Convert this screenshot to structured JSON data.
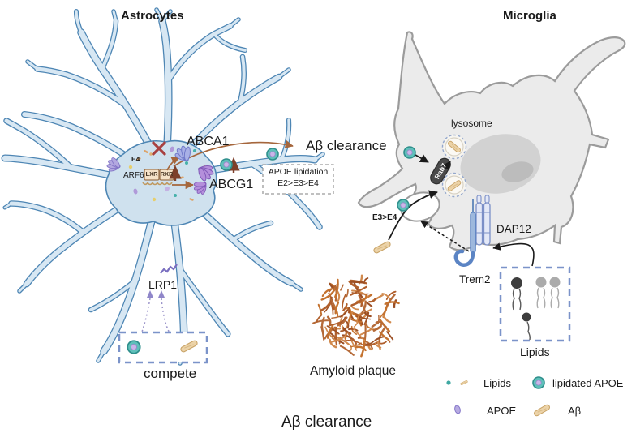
{
  "header": {
    "astrocytes_title": "Astrocytes",
    "microglia_title": "Microglia"
  },
  "astrocyte": {
    "e4": "E4",
    "arf6": "ARF6",
    "lxr": "LXR",
    "rxr": "RXR",
    "abca1": "ABCA1",
    "abcg1": "ABCG1",
    "ab_clearance": "Aβ clearance",
    "apoe_lipidation_line1": "APOE lipidation",
    "apoe_lipidation_line2": "E2>E3>E4",
    "lrp1": "LRP1",
    "compete": "compete"
  },
  "microglia": {
    "lysosome": "lysosome",
    "rab7": "Rab7",
    "e3e4": "E3>E4",
    "dap12": "DAP12",
    "trem2": "Trem2",
    "lipids": "Lipids"
  },
  "center": {
    "amyloid_plaque": "Amyloid plaque",
    "ab_clearance": "Aβ clearance"
  },
  "legend": {
    "lipids": "Lipids",
    "lipidated_apoe": "lipidated APOE",
    "apoe": "APOE",
    "abeta": "Aβ"
  },
  "colors": {
    "astrocyte_fill": "#d7e7f3",
    "astrocyte_outline": "#4e86b4",
    "microglia_fill": "#ebebeb",
    "microglia_outline": "#9b9b9b",
    "lipidated_apoe": "#5fc0ba",
    "abeta_rod": "#ecd3a8",
    "plaque_fibril": "#b5622f",
    "dashed_box": "#7b93c9",
    "arrow_brown": "#a5663c",
    "inhibit_red": "#a84040"
  }
}
